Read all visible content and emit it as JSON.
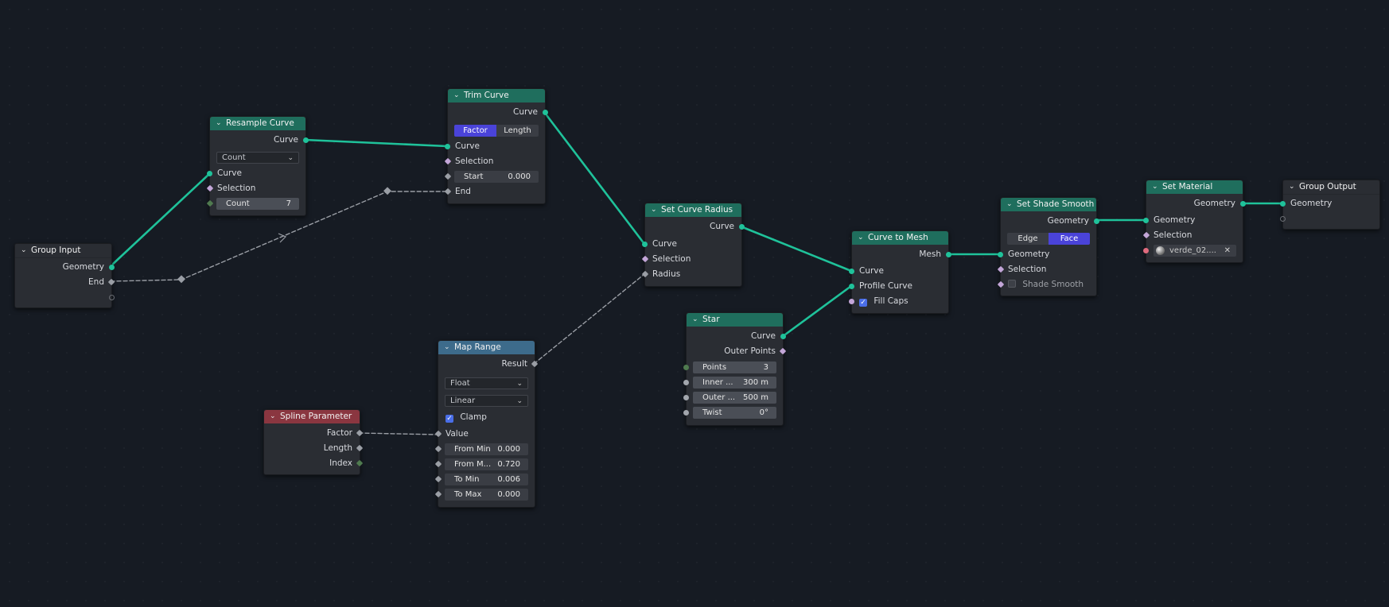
{
  "colors": {
    "link_geometry": "#1fc29a",
    "link_float": "#9a9ea5",
    "header_geometry": "#1f6e5d",
    "header_input": "#3d6b8b",
    "header_spline": "#8a3640",
    "active_toggle": "#4a43d9"
  },
  "nodes": {
    "group_input": {
      "title": "Group Input",
      "outputs": [
        "Geometry",
        "End"
      ]
    },
    "resample": {
      "title": "Resample Curve",
      "output": "Curve",
      "mode": "Count",
      "inputs": [
        "Curve",
        "Selection"
      ],
      "count_label": "Count",
      "count_value": "7"
    },
    "trim": {
      "title": "Trim Curve",
      "output": "Curve",
      "mode_factor": "Factor",
      "mode_length": "Length",
      "inputs": [
        "Curve",
        "Selection"
      ],
      "start_label": "Start",
      "start_value": "0.000",
      "end_label": "End"
    },
    "set_radius": {
      "title": "Set Curve Radius",
      "output": "Curve",
      "inputs": [
        "Curve",
        "Selection",
        "Radius"
      ]
    },
    "map_range": {
      "title": "Map Range",
      "output": "Result",
      "data_type": "Float",
      "interpolation": "Linear",
      "clamp_label": "Clamp",
      "value_label": "Value",
      "fields": [
        {
          "label": "From Min",
          "value": "0.000"
        },
        {
          "label": "From M...",
          "value": "0.720"
        },
        {
          "label": "To Min",
          "value": "0.006"
        },
        {
          "label": "To Max",
          "value": "0.000"
        }
      ]
    },
    "spline_param": {
      "title": "Spline Parameter",
      "outputs": [
        "Factor",
        "Length",
        "Index"
      ]
    },
    "star": {
      "title": "Star",
      "outputs": [
        "Curve",
        "Outer Points"
      ],
      "fields": [
        {
          "label": "Points",
          "value": "3"
        },
        {
          "label": "Inner ...",
          "value": "300 m"
        },
        {
          "label": "Outer ...",
          "value": "500 m"
        },
        {
          "label": "Twist",
          "value": "0°"
        }
      ]
    },
    "curve_to_mesh": {
      "title": "Curve to Mesh",
      "output": "Mesh",
      "inputs": [
        "Curve",
        "Profile Curve"
      ],
      "fill_caps_label": "Fill Caps"
    },
    "shade_smooth": {
      "title": "Set Shade Smooth",
      "output": "Geometry",
      "domain_edge": "Edge",
      "domain_face": "Face",
      "inputs": [
        "Geometry",
        "Selection"
      ],
      "shade_smooth_label": "Shade Smooth"
    },
    "set_material": {
      "title": "Set Material",
      "output": "Geometry",
      "inputs": [
        "Geometry",
        "Selection"
      ],
      "material_name": "verde_02...."
    },
    "group_output": {
      "title": "Group Output",
      "input": "Geometry"
    }
  }
}
